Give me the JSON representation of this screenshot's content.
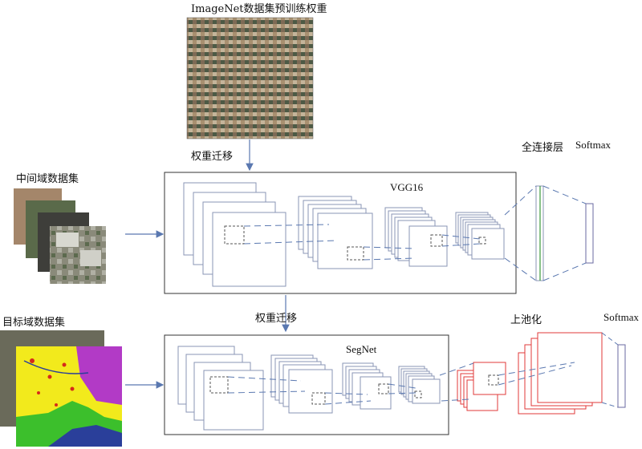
{
  "labels": {
    "imagenet_title": "ImageNet数据集预训练权重",
    "transfer_top": "权重迁移",
    "transfer_bottom": "权重迁移",
    "intermediate_dataset": "中间域数据集",
    "target_dataset": "目标域数据集",
    "vgg16": "VGG16",
    "segnet": "SegNet",
    "fully_connected": "全连接层",
    "softmax_top": "Softmax",
    "upsampling": "上池化",
    "softmax_bottom": "Softmax"
  },
  "colors": {
    "box_stroke": "#333333",
    "layer_stroke": "#8a94b4",
    "arrow": "#5a78b0",
    "dashed_link": "#5a78b0",
    "fc_green": "#3a9a3a",
    "upsample_red": "#e03a3a",
    "softmax_stroke": "#6a6aa0",
    "seg_yellow": "#f2ea1c",
    "seg_magenta": "#b23ac6",
    "seg_green": "#3cbf2c",
    "seg_blue": "#2a3f9a",
    "seg_red": "#d62a1a"
  }
}
